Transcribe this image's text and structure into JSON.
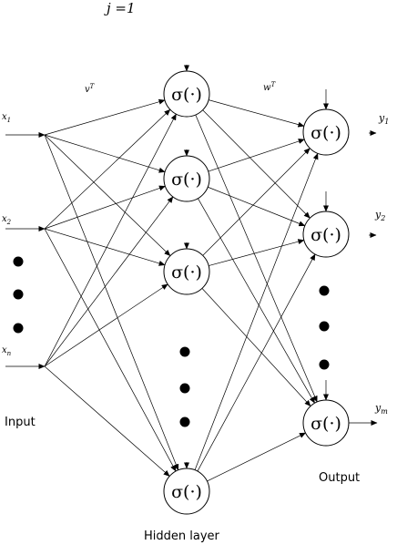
{
  "header": {
    "j_label": "j =1"
  },
  "weights": {
    "v": "v",
    "v_sup": "T",
    "w": "w",
    "w_sup": "T"
  },
  "inputs": [
    {
      "name": "x",
      "sub": "1"
    },
    {
      "name": "x",
      "sub": "2"
    },
    {
      "name": "x",
      "sub": "n"
    }
  ],
  "activation": "σ(·)",
  "outputs": [
    {
      "name": "y",
      "sub": "1"
    },
    {
      "name": "y",
      "sub": "2"
    },
    {
      "name": "y",
      "sub": "m"
    }
  ],
  "labels": {
    "input": "Input",
    "hidden": "Hidden layer",
    "output": "Output"
  }
}
